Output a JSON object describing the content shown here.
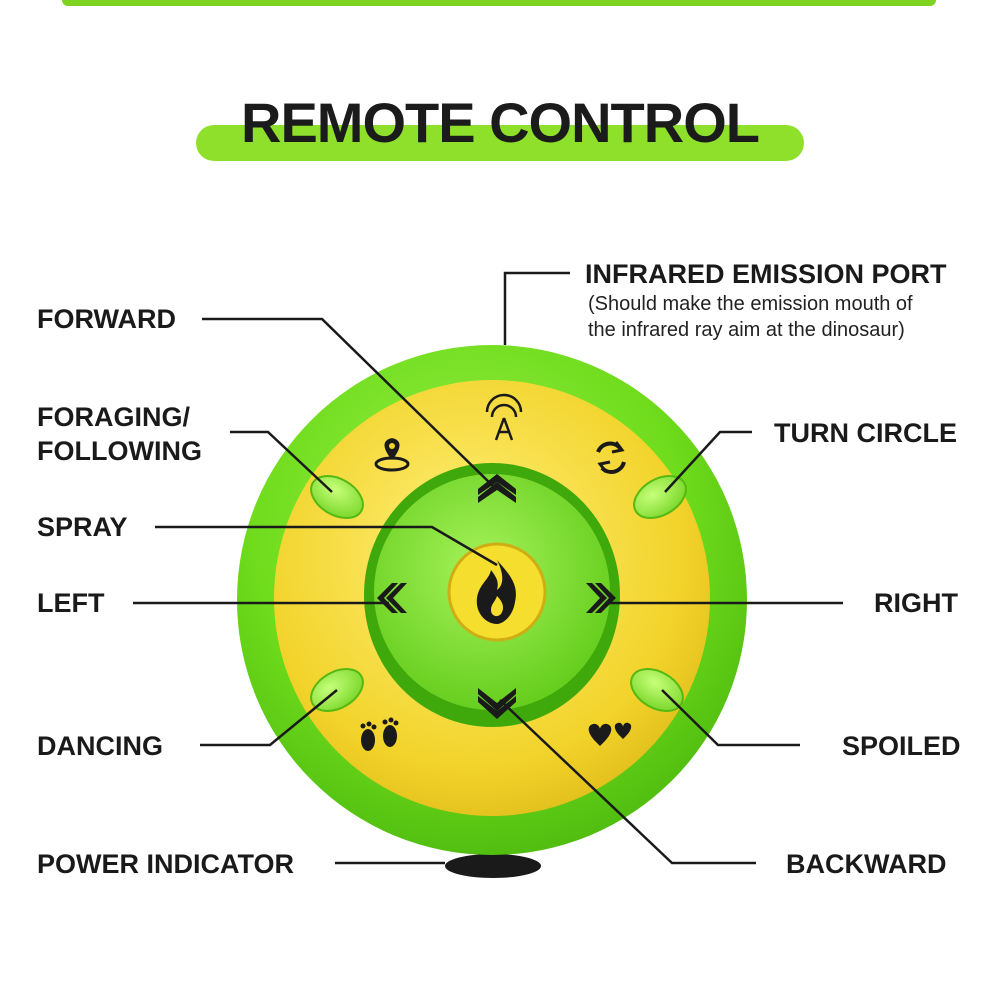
{
  "title": "REMOTE CONTROL",
  "labels": {
    "infrared_port": "INFRARED EMISSION PORT",
    "infrared_note_1": "(Should make the emission mouth of",
    "infrared_note_2": "the infrared ray aim at the dinosaur)",
    "forward": "FORWARD",
    "foraging_1": "FORAGING/",
    "foraging_2": "FOLLOWING",
    "turn_circle": "TURN CIRCLE",
    "spray": "SPRAY",
    "left": "LEFT",
    "right": "RIGHT",
    "dancing": "DANCING",
    "spoiled": "SPOILED",
    "power_indicator": "POWER INDICATOR",
    "backward": "BACKWARD"
  },
  "colors": {
    "accent_green": "#7ed321",
    "device_green": "#6fdc1c",
    "device_yellow": "#f2d32a",
    "icon_dark": "#1a1a1a"
  },
  "icons": [
    "antenna-icon",
    "location-pin-icon",
    "rotate-icon",
    "flame-icon",
    "footprints-icon",
    "hearts-icon",
    "arrow-up-icon",
    "arrow-down-icon",
    "arrow-left-icon",
    "arrow-right-icon"
  ]
}
